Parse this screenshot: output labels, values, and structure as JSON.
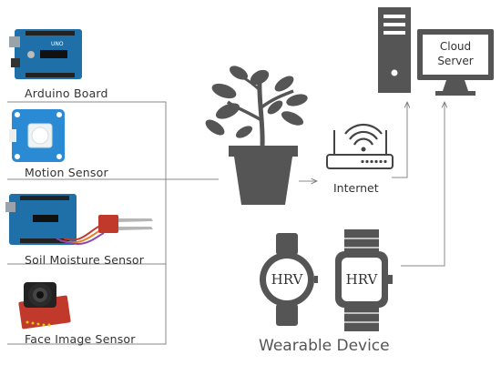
{
  "sensors": [
    {
      "label": "Arduino Board"
    },
    {
      "label": "Motion  Sensor"
    },
    {
      "label": "Soil Moisture Sensor"
    },
    {
      "label": "Face Image Sensor"
    }
  ],
  "cloud": {
    "line1": "Cloud",
    "line2": "Server"
  },
  "internet": {
    "label": "Internet"
  },
  "watches": [
    {
      "text": "HRV"
    },
    {
      "text": "HRV"
    }
  ],
  "wearable": {
    "label": "Wearable Device"
  },
  "colors": {
    "device": "#555555",
    "line": "#777777",
    "board_blue": "#1f6fa8",
    "grove_blue": "#2a8ad4",
    "sensor_red": "#c0392b"
  }
}
